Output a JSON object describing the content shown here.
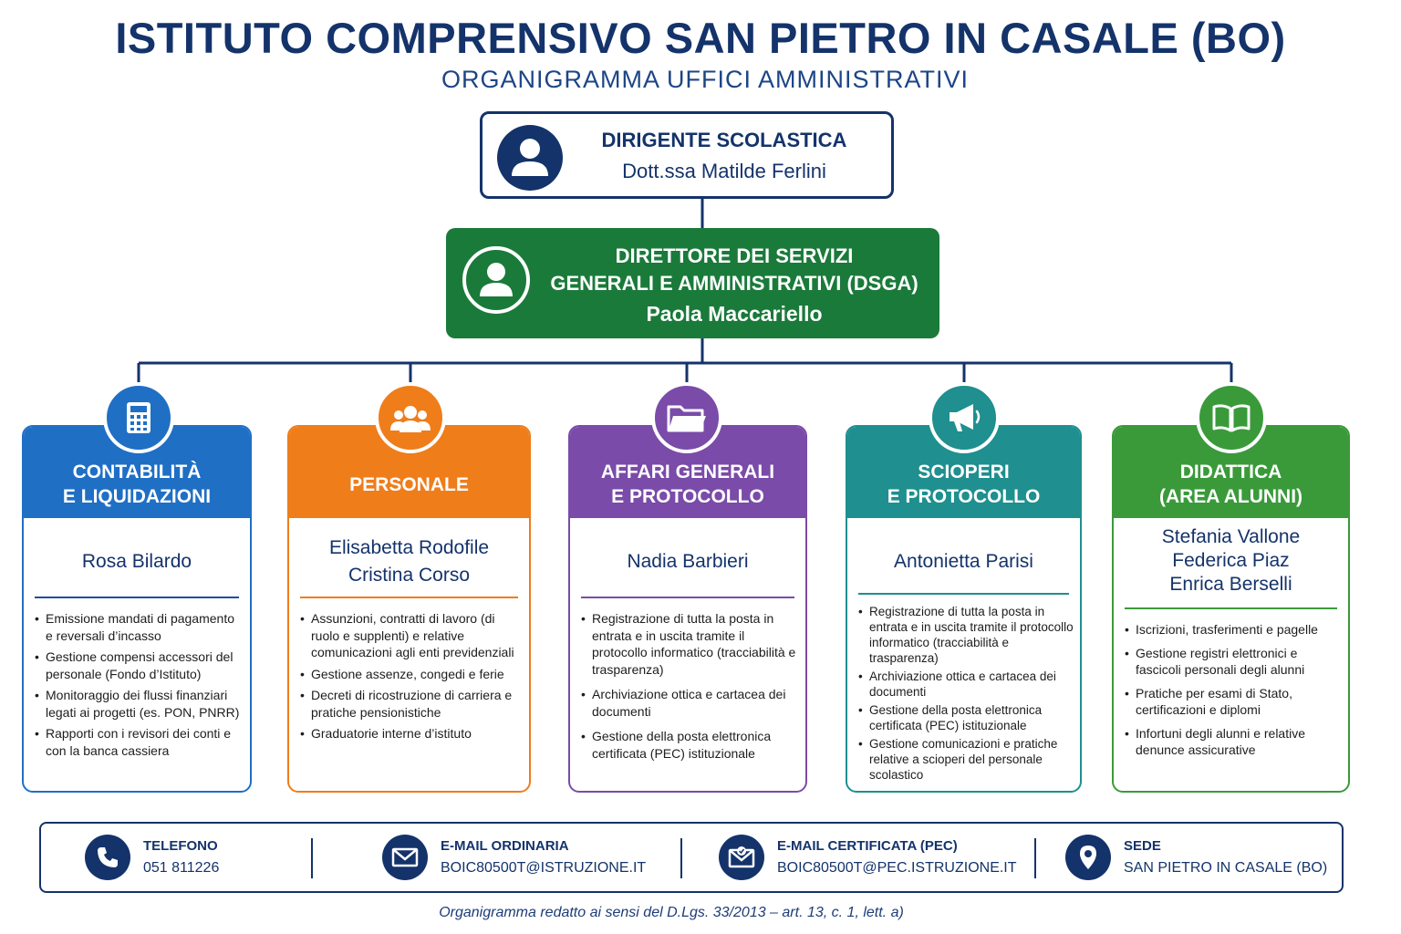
{
  "header": {
    "title": "ISTITUTO COMPRENSIVO SAN PIETRO IN CASALE (BO)",
    "subtitle": "ORGANIGRAMMA UFFICI AMMINISTRATIVI"
  },
  "dirigente": {
    "role": "DIRIGENTE SCOLASTICA",
    "name": "Dott.ssa Matilde Ferlini",
    "icon": "user-icon"
  },
  "dsga": {
    "role_line1": "DIRETTORE DEI SERVIZI",
    "role_line2": "GENERALI E AMMINISTRATIVI (DSGA)",
    "name": "Paola Maccariello",
    "icon": "user-icon"
  },
  "offices": [
    {
      "title_line1": "CONTABILITÀ",
      "title_line2": "E LIQUIDAZIONI",
      "names": [
        "Rosa Bilardo"
      ],
      "icon": "calculator-icon",
      "color": "#1f6fc5",
      "rule_color": "#1f4f9e",
      "name_color": "#14336b",
      "tasks": [
        "Emissione mandati di pagamento e reversali d’incasso",
        "Gestione compensi accessori del personale (Fondo d’Istituto)",
        "Monitoraggio dei flussi finanziari legati ai progetti (es. PON, PNRR)",
        "Rapporti con i revisori dei conti e con la banca cassiera"
      ]
    },
    {
      "title_line1": "PERSONALE",
      "title_line2": "",
      "names": [
        "Elisabetta Rodofile",
        "Cristina Corso"
      ],
      "icon": "group-icon",
      "color": "#ef7d1a",
      "rule_color": "#ef7d1a",
      "name_color": "#14336b",
      "tasks": [
        "Assunzioni, contratti di lavoro (di ruolo e supplenti) e relative comunicazioni agli enti previdenziali",
        "Gestione assenze, congedi e ferie",
        "Decreti di ricostruzione di carriera e pratiche pensionistiche",
        "Graduatorie interne d’istituto"
      ]
    },
    {
      "title_line1": "AFFARI GENERALI",
      "title_line2": "E PROTOCOLLO",
      "names": [
        "Nadia Barbieri"
      ],
      "icon": "folder-icon",
      "color": "#7a4ba8",
      "rule_color": "#7a4ba8",
      "name_color": "#14336b",
      "tasks": [
        "Registrazione di tutta la posta in entrata e in uscita tramite il protocollo informatico (tracciabilità e trasparenza)",
        "Archiviazione ottica e cartacea dei documenti",
        "Gestione della posta elettronica certificata (PEC) istituzionale"
      ]
    },
    {
      "title_line1": "SCIOPERI",
      "title_line2": "E PROTOCOLLO",
      "names": [
        "Antonietta Parisi"
      ],
      "icon": "megaphone-icon",
      "color": "#1f8f8f",
      "rule_color": "#1f8f8f",
      "name_color": "#14336b",
      "tasks": [
        "Registrazione di tutta la posta in entrata e in uscita tramite il protocollo informatico (tracciabilità e trasparenza)",
        "Archiviazione ottica e cartacea dei documenti",
        "Gestione della posta elettronica certificata (PEC) istituzionale",
        "Gestione comunicazioni e pratiche relative a scioperi del personale scolastico"
      ]
    },
    {
      "title_line1": "DIDATTICA",
      "title_line2": "(AREA ALUNNI)",
      "names": [
        "Stefania Vallone",
        "Federica Piaz",
        "Enrica Berselli"
      ],
      "icon": "book-icon",
      "color": "#3a9a3a",
      "rule_color": "#3a9a3a",
      "name_color": "#14336b",
      "tasks": [
        "Iscrizioni, trasferimenti e pagelle",
        "Gestione registri elettronici e fascicoli personali degli alunni",
        "Pratiche per esami di Stato, certificazioni e diplomi",
        "Infortuni degli alunni e relative denunce assicurative"
      ]
    }
  ],
  "contacts": [
    {
      "label": "TELEFONO",
      "value": "051 811226",
      "icon": "phone-icon"
    },
    {
      "label": "E-MAIL ORDINARIA",
      "value": "BOIC80500T@ISTRUZIONE.IT",
      "icon": "mail-icon"
    },
    {
      "label": "E-MAIL CERTIFICATA (PEC)",
      "value": "BOIC80500T@PEC.ISTRUZIONE.IT",
      "icon": "certified-mail-icon"
    },
    {
      "label": "SEDE",
      "value": "SAN PIETRO IN CASALE (BO)",
      "icon": "location-pin-icon"
    }
  ],
  "footnote": "Organigramma redatto ai sensi del D.Lgs. 33/2013 – art. 13, c. 1, lett. a)",
  "colors": {
    "navy": "#14336b",
    "dsga_green": "#1a7a3a"
  }
}
